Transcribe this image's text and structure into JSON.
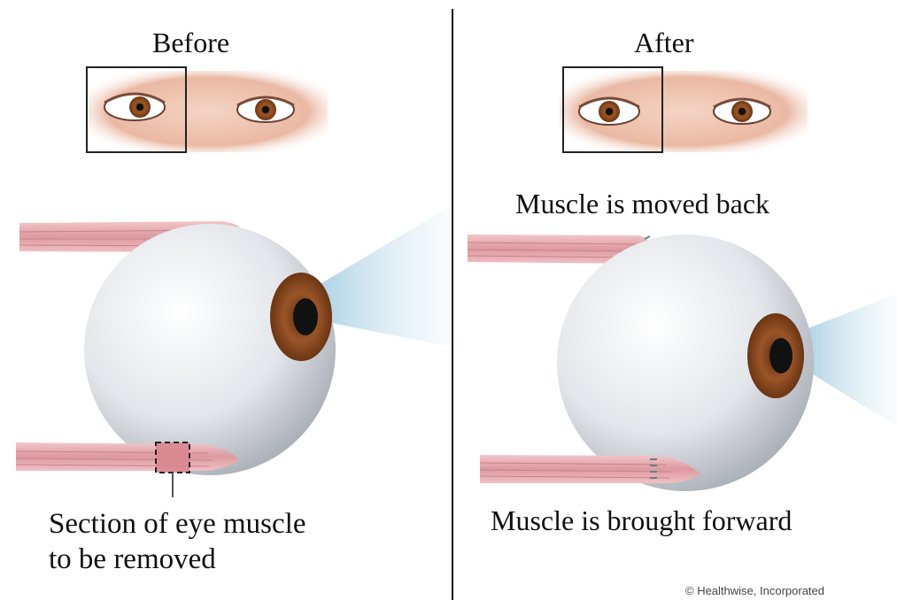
{
  "before": {
    "title": "Before",
    "caption_line1": "Section of eye muscle",
    "caption_line2": "to be removed"
  },
  "after": {
    "title": "After",
    "top_label": "Muscle is moved back",
    "bottom_label": "Muscle is brought forward"
  },
  "credit": "© Healthwise, Incorporated",
  "colors": {
    "muscle": "#e3a3a8",
    "muscle_dark": "#c97e86",
    "iris": "#8b4a22",
    "pupil": "#111111",
    "eyeball": "#e9ebee",
    "light_cone": "#b9d7e8",
    "skin": "#f0c9b6",
    "divider": "#111111"
  }
}
